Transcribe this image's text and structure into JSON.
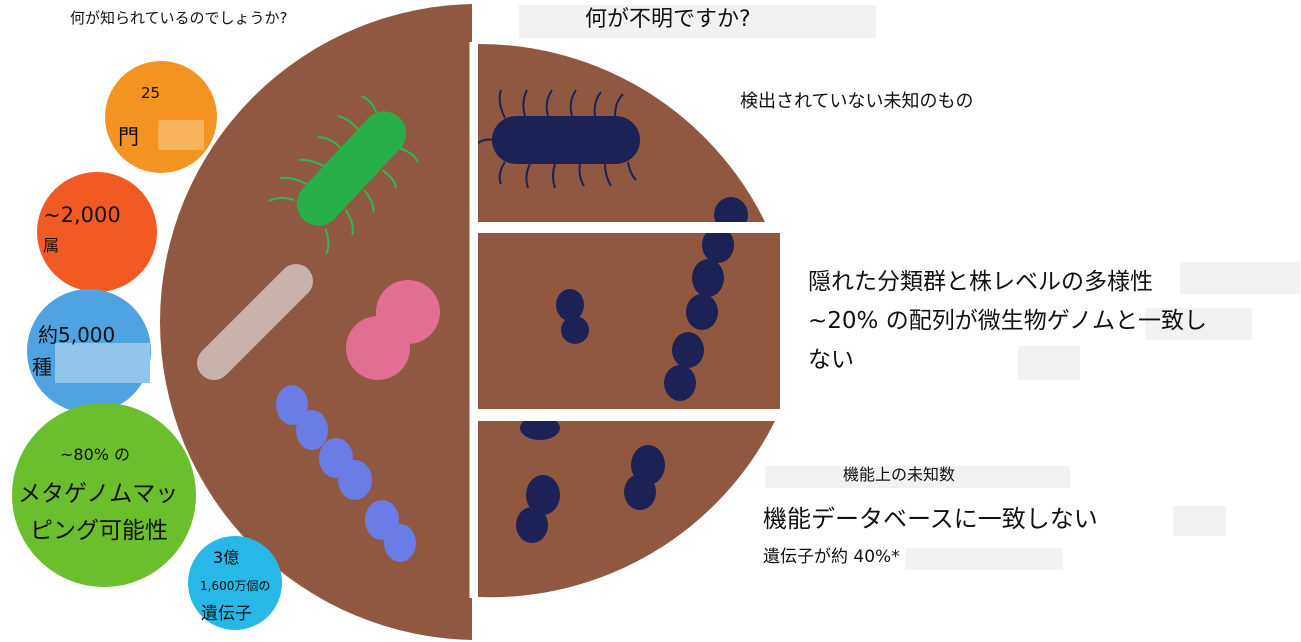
{
  "titles": {
    "known": "何が知られているのでしょうか?",
    "unknown": "何が不明ですか?"
  },
  "known_items": {
    "phyla": {
      "number": "25",
      "label": "門"
    },
    "genera": {
      "number": "~2,000",
      "label": "属"
    },
    "species": {
      "number": "約5,000",
      "label": "種"
    },
    "metagenome": {
      "percent": "~80% の",
      "line1": "メタゲノムマッ",
      "line2": "ピング可能性"
    },
    "genes": {
      "number": "3億",
      "sub": "1,600万個の",
      "label": "遺伝子"
    }
  },
  "unknown_items": {
    "undetected": "検出されていない未知のもの",
    "hidden": "隠れた分類群と株レベルの多様性 ~20% の配列が微生物ゲノムと一致しない",
    "functional_title": "機能上の未知数",
    "functional_main": "機能データベースに一致しない",
    "functional_sub": "遺伝子が約 40%*"
  },
  "colors": {
    "soil": "#905840",
    "phyla_circle": "#f59322",
    "genera_circle": "#f25a24",
    "species_circle": "#4ea3e0",
    "metagenome_circle": "#6bbf2d",
    "genes_circle": "#27b8e8",
    "green_bacterium": "#27b04a",
    "pink_cell": "#e26e92",
    "gray_rod": "#c9b2ac",
    "blue_chain": "#6a7de6",
    "dark_navy": "#1c2256"
  }
}
